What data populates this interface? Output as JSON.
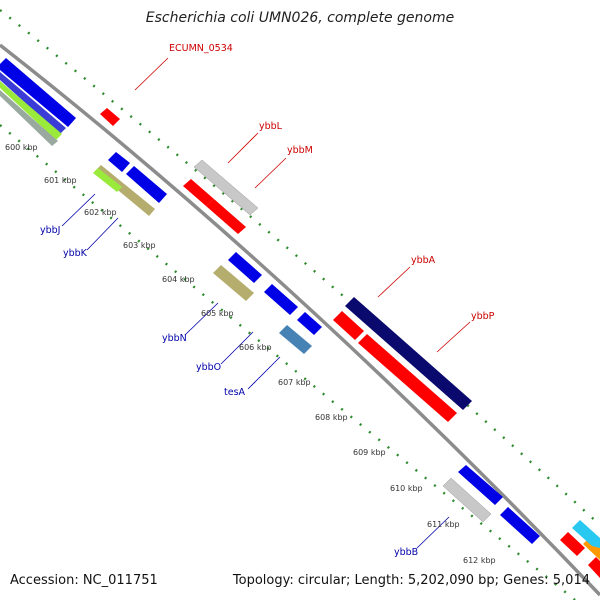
{
  "title": "Escherichia coli UMN026, complete genome",
  "footer": {
    "accession_label": "Accession",
    "accession": "NC_011751",
    "summary": "Topology: circular; Length: 5,202,090 bp; Genes: 5,014"
  },
  "colors": {
    "backbone": "#888888",
    "tick_major": "#2e8b2e",
    "label_red": "#cc0000",
    "label_blue": "#0000aa",
    "gene_blue": "#0000e6",
    "gene_red": "#ff0000",
    "gene_gray": "#c8c8c8",
    "gene_khaki": "#b5ad6e",
    "gene_navy": "#0a0a6e",
    "gene_steel": "#4682b4",
    "gene_lime": "#9aea3c",
    "gene_cyan": "#28c8f0",
    "gene_orange": "#ff9900"
  },
  "ticks": [
    "600 kbp",
    "601 kbp",
    "602 kbp",
    "603 kbp",
    "604 kbp",
    "605 kbp",
    "606 kbp",
    "607 kbp",
    "608 kbp",
    "609 kbp",
    "610 kbp",
    "611 kbp",
    "612 kbp"
  ],
  "gene_labels_outer": [
    "ECUMN_0534",
    "ybbL",
    "ybbM",
    "ybbA",
    "ybbP"
  ],
  "gene_labels_inner": [
    "ybbJ",
    "ybbK",
    "ybbN",
    "ybbO",
    "tesA",
    "ybbB"
  ]
}
